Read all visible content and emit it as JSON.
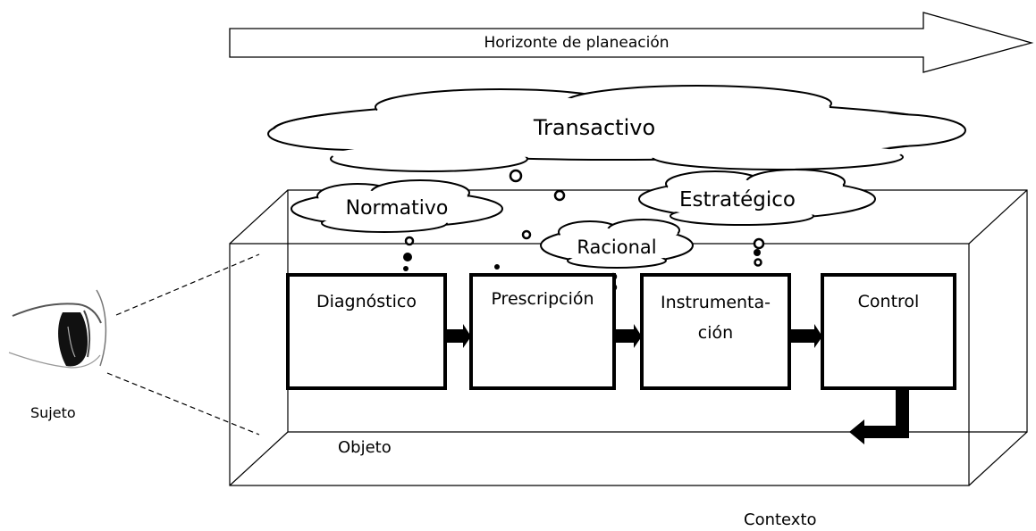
{
  "horizon": {
    "label": "Horizonte de planeación"
  },
  "clouds": {
    "transactivo": "Transactivo",
    "normativo": "Normativo",
    "estrategico": "Estratégico",
    "racional": "Racional"
  },
  "stages": [
    {
      "label": "Diagnóstico"
    },
    {
      "label": "Prescripción"
    },
    {
      "label": "Instrumenta-\nción"
    },
    {
      "label": "Control"
    }
  ],
  "labels": {
    "sujeto": "Sujeto",
    "objeto": "Objeto",
    "contexto": "Contexto"
  },
  "colors": {
    "line": "#000000",
    "fill": "#ffffff",
    "iris": "#111111"
  }
}
